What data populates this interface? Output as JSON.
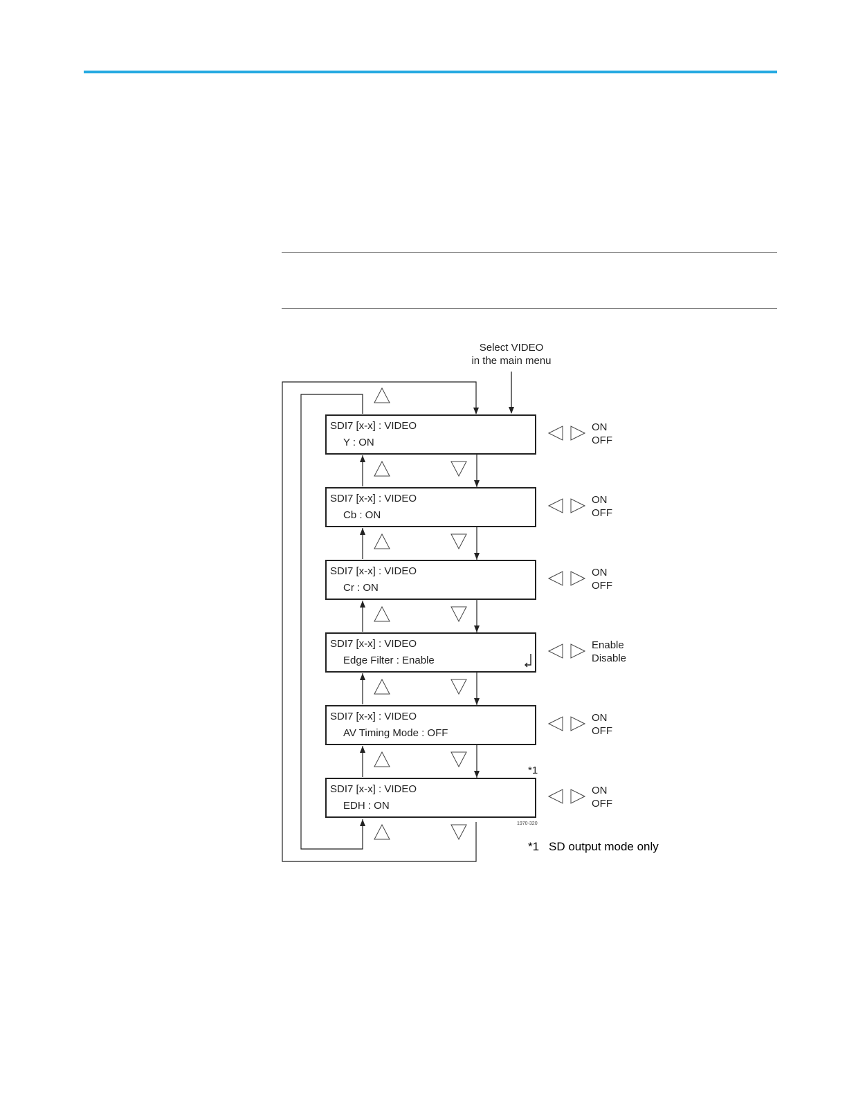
{
  "accent_color": "#24a9e1",
  "diagram": {
    "entry_label_line1": "Select VIDEO",
    "entry_label_line2": "in the main menu",
    "menus": [
      {
        "title": "SDI7 [x-x] : VIDEO",
        "item": "Y : ON",
        "option1": "ON",
        "option2": "OFF",
        "enter_icon": false
      },
      {
        "title": "SDI7 [x-x] : VIDEO",
        "item": "Cb : ON",
        "option1": "ON",
        "option2": "OFF",
        "enter_icon": false
      },
      {
        "title": "SDI7 [x-x] : VIDEO",
        "item": "Cr : ON",
        "option1": "ON",
        "option2": "OFF",
        "enter_icon": false
      },
      {
        "title": "SDI7 [x-x] : VIDEO",
        "item": "Edge Filter : Enable",
        "option1": "Enable",
        "option2": "Disable",
        "enter_icon": true
      },
      {
        "title": "SDI7 [x-x] : VIDEO",
        "item": "AV Timing Mode : OFF",
        "option1": "ON",
        "option2": "OFF",
        "enter_icon": false
      },
      {
        "title": "SDI7 [x-x] : VIDEO",
        "item": "EDH : ON",
        "option1": "ON",
        "option2": "OFF",
        "enter_icon": false
      }
    ],
    "footnote_marker": "*1",
    "footnote_ref": "*1",
    "footnote_text": "SD output mode only",
    "figure_id": "1970-320",
    "icons": [
      "up-arrow-icon",
      "down-arrow-icon",
      "left-arrow-icon",
      "right-arrow-icon",
      "enter-icon"
    ]
  }
}
